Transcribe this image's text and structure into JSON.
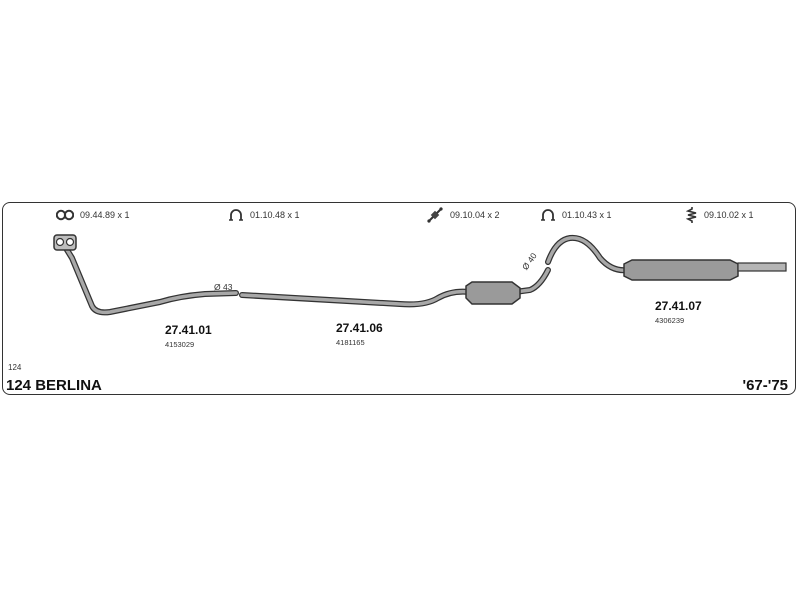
{
  "accessories": [
    {
      "icon": "flange-gasket-icon",
      "label": "09.44.89 x 1"
    },
    {
      "icon": "clamp-icon",
      "label": "01.10.48 x 1"
    },
    {
      "icon": "rubber-mount-icon",
      "label": "09.10.04 x 2"
    },
    {
      "icon": "clamp-icon",
      "label": "01.10.43 x 1"
    },
    {
      "icon": "spring-mount-icon",
      "label": "09.10.02 x 1"
    }
  ],
  "parts": [
    {
      "number": "27.41.01",
      "oem": "4153029"
    },
    {
      "number": "27.41.06",
      "oem": "4181165"
    },
    {
      "number": "27.41.07",
      "oem": "4306239"
    }
  ],
  "diameters": [
    "Ø 43",
    "Ø 40"
  ],
  "vehicle": {
    "code": "124",
    "model": "124 BERLINA",
    "years": "'67-'75"
  },
  "colors": {
    "pipe": "#9a9a9a",
    "outline": "#333333"
  }
}
